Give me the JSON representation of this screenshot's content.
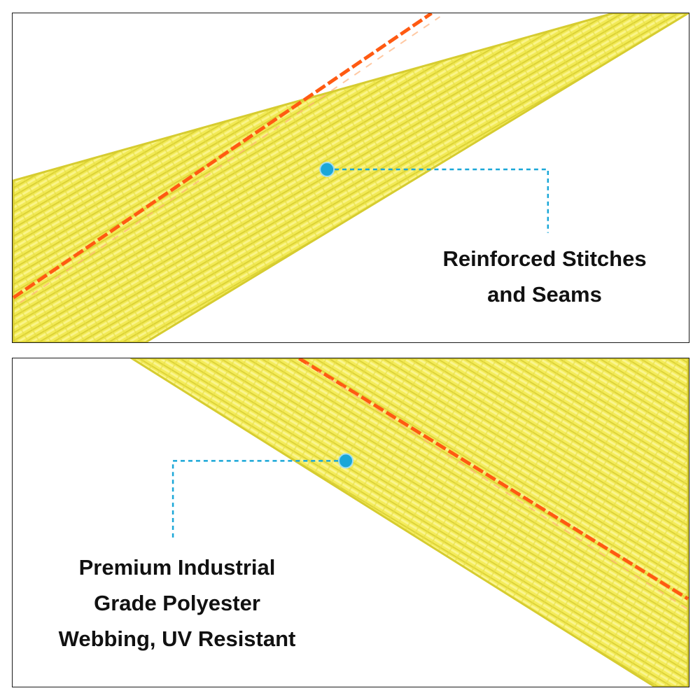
{
  "panels": [
    {
      "caption_lines": [
        "Reinforced Stitches",
        "and Seams"
      ]
    },
    {
      "caption_lines": [
        "Premium Industrial",
        "Grade Polyester",
        "Webbing, UV Resistant"
      ]
    }
  ],
  "colors": {
    "webbing": "#f4ec5a",
    "webbing_shadow": "#d9cf2e",
    "stitch": "#ff5a12",
    "callout": "#1aa7d8",
    "border": "#1a1a1a"
  }
}
